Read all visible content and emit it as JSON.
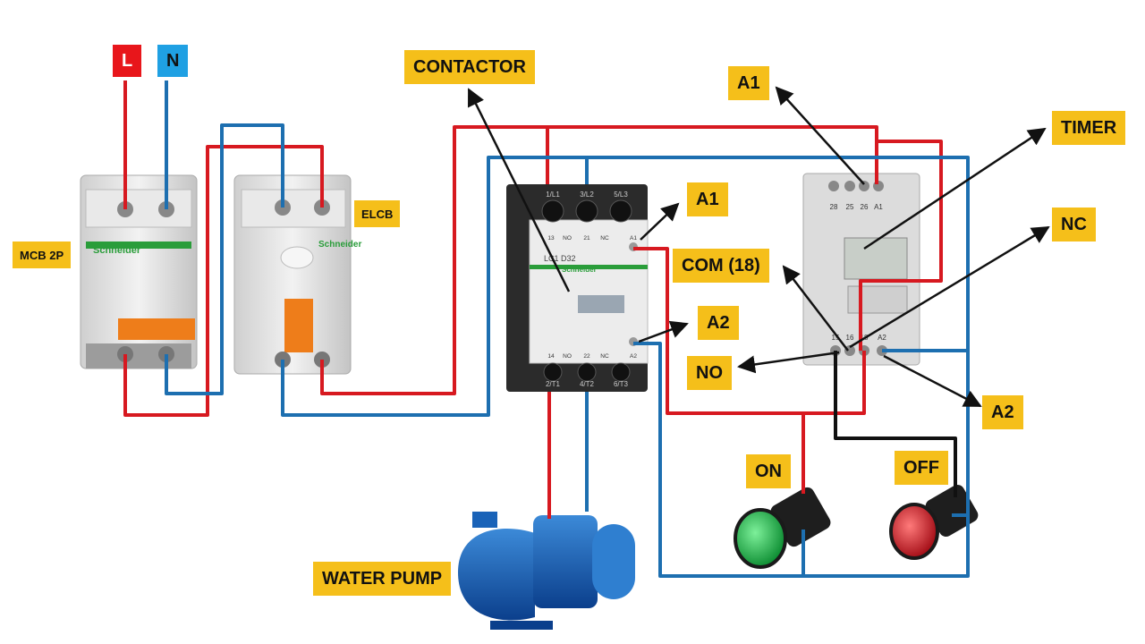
{
  "labels": {
    "live": "L",
    "neutral": "N",
    "mcb": "MCB 2P",
    "elcb": "ELCB",
    "contactor": "CONTACTOR",
    "contactor_a1": "A1",
    "contactor_a2": "A2",
    "com": "COM (18)",
    "no": "NO",
    "timer": "TIMER",
    "timer_a1": "A1",
    "nc": "NC",
    "timer_a2": "A2",
    "on": "ON",
    "off": "OFF",
    "pump": "WATER PUMP"
  },
  "device_text": {
    "mcb_brand": "Schneider",
    "elcb_brand": "Schneider",
    "contactor_brand": "Schneider",
    "contactor_model": "LC1 D32",
    "contactor_top_terminals": [
      "1/L1",
      "3/L2",
      "5/L3"
    ],
    "contactor_aux_top": [
      "13",
      "NO",
      "21",
      "NC",
      "A1"
    ],
    "contactor_aux_bottom": [
      "14",
      "NO",
      "22",
      "NC",
      "A2"
    ],
    "contactor_bottom_terminals": [
      "2/T1",
      "4/T2",
      "6/T3"
    ],
    "timer_top_terminals": [
      "28",
      "25",
      "26",
      "A1"
    ],
    "timer_bottom_terminals": [
      "15",
      "16",
      "18",
      "A2"
    ]
  },
  "colors": {
    "live_wire": "#d71920",
    "neutral_wire": "#1d6fb0",
    "control_wire": "#111111",
    "label_bg": "#f5bf1a",
    "live_tag": "#e8161b",
    "neutral_tag": "#1fa0e3",
    "on_lamp": "#1eb84a",
    "off_lamp": "#d7202c"
  }
}
